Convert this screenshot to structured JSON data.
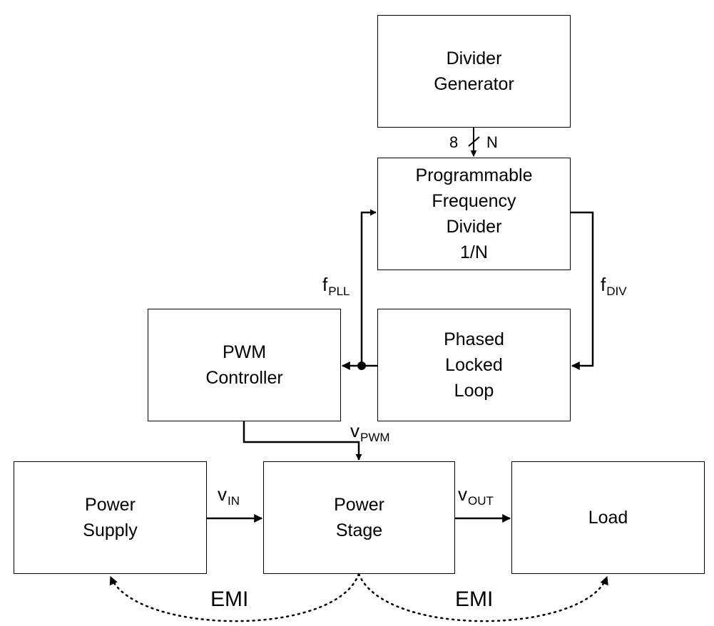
{
  "blocks": {
    "divider_generator": "Divider\nGenerator",
    "programmable_divider": "Programmable\nFrequency\nDivider\n1/N",
    "pwm_controller": "PWM\nController",
    "pll": "Phased\nLocked\nLoop",
    "power_supply": "Power\nSupply",
    "power_stage": "Power\nStage",
    "load": "Load"
  },
  "signals": {
    "bus_width": "8",
    "bus_name": "N",
    "f_pll": {
      "main": "f",
      "sub": "PLL"
    },
    "f_div": {
      "main": "f",
      "sub": "DIV"
    },
    "v_pwm": {
      "main": "v",
      "sub": "PWM"
    },
    "v_in": {
      "main": "v",
      "sub": "IN"
    },
    "v_out": {
      "main": "v",
      "sub": "OUT"
    }
  },
  "emi": {
    "left": "EMI",
    "right": "EMI"
  }
}
